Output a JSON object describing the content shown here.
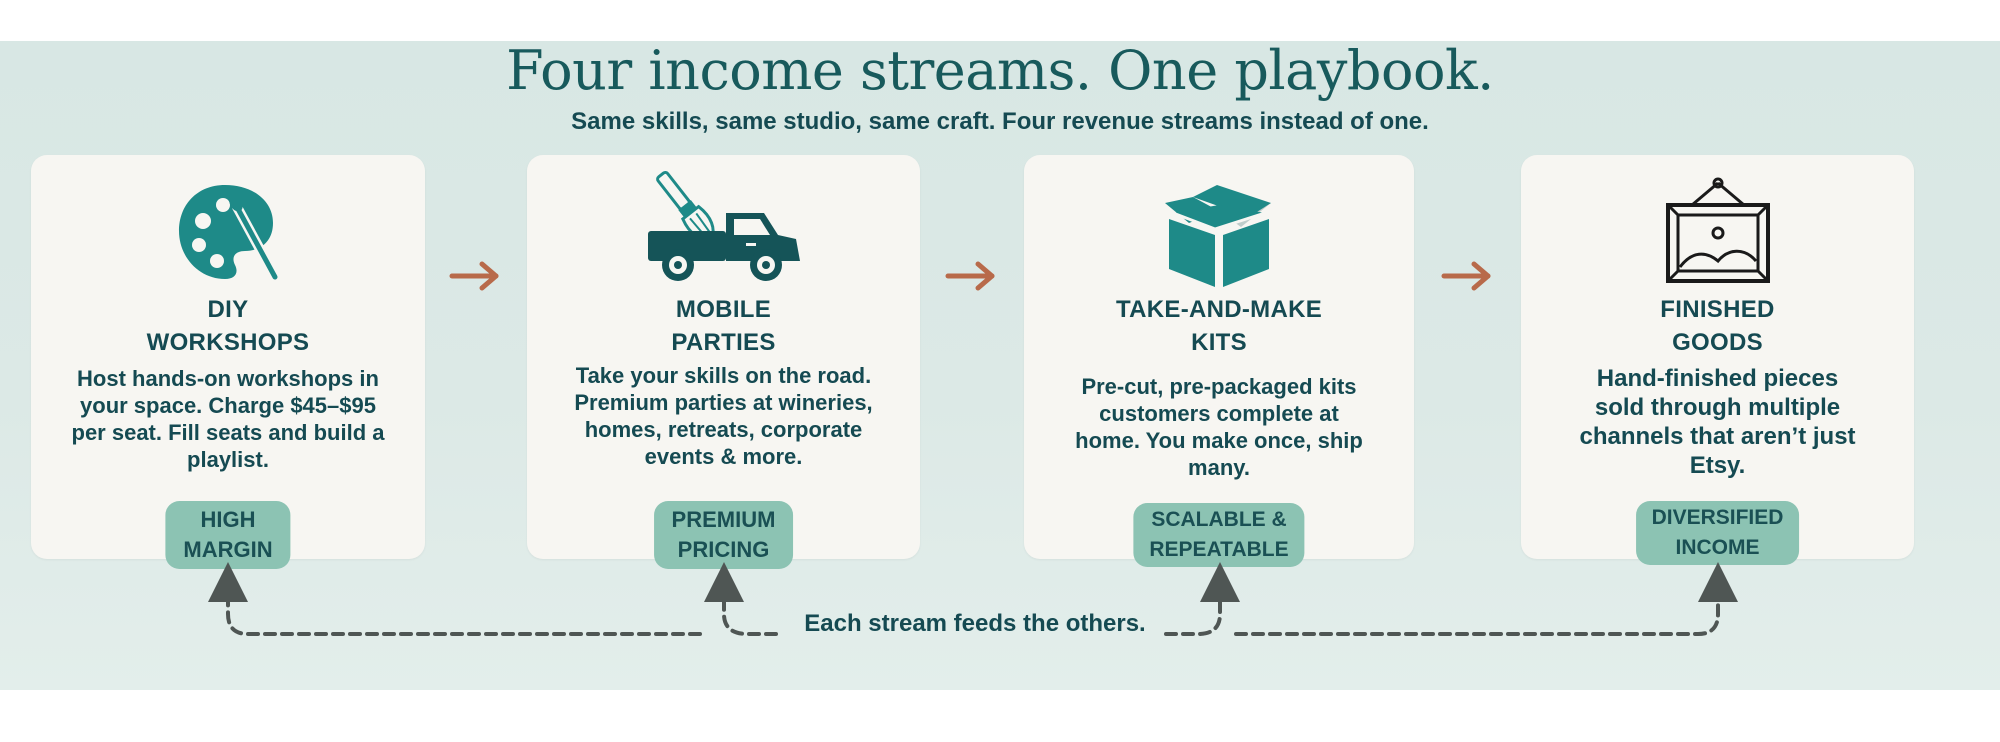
{
  "header": {
    "title": "Four income streams. One playbook.",
    "subtitle": "Same skills, same studio, same craft. Four revenue streams instead of one."
  },
  "streams": [
    {
      "icon": "palette-icon",
      "title_lines": [
        "DIY",
        "WORKSHOPS"
      ],
      "description": "Host hands-on workshops in your space. Charge $45–$95 per seat. Fill seats and build a playlist.",
      "tag_lines": [
        "HIGH",
        "MARGIN"
      ]
    },
    {
      "icon": "truck-with-brush-icon",
      "title_lines": [
        "MOBILE",
        "PARTIES"
      ],
      "description": "Take your skills on the road. Premium parties at wineries, homes, retreats, corporate events & more.",
      "tag_lines": [
        "PREMIUM",
        "PRICING"
      ]
    },
    {
      "icon": "box-icon",
      "title_lines": [
        "TAKE-AND-MAKE",
        "KITS"
      ],
      "description": "Pre-cut, pre-packaged kits customers complete at home. You make once, ship many.",
      "tag_lines": [
        "SCALABLE &",
        "REPEATABLE"
      ]
    },
    {
      "icon": "framed-picture-icon",
      "title_lines": [
        "FINISHED",
        "GOODS"
      ],
      "description": "Hand-finished pieces sold through multiple channels that aren’t just Etsy.",
      "tag_lines": [
        "DIVERSIFIED",
        "INCOME"
      ]
    }
  ],
  "footer": {
    "note": "Each stream feeds the others."
  },
  "colors": {
    "band": "#dae8e5",
    "card": "#f7f6f2",
    "heading": "#185a5c",
    "text": "#154a52",
    "tag_fill": "#8cc3b3",
    "icon_teal": "#1e8a88",
    "icon_dark": "#155458",
    "arrow": "#b86a4a",
    "dash": "#4f5654"
  }
}
